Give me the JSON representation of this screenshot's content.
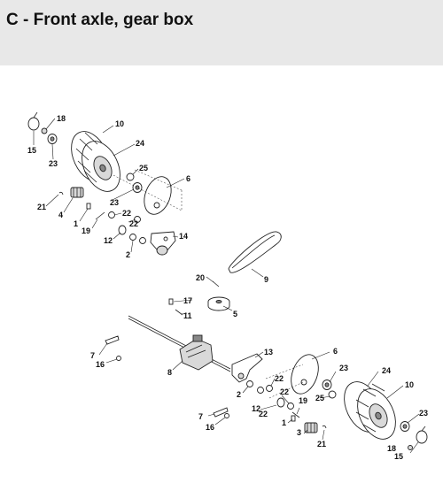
{
  "header": {
    "title": "C - Front axle, gear box"
  },
  "callouts": {
    "c1": "1",
    "c2": "2",
    "c3": "3",
    "c4": "4",
    "c5": "5",
    "c6": "6",
    "c7": "7",
    "c8": "8",
    "c9": "9",
    "c10": "10",
    "c11": "11",
    "c12": "12",
    "c13": "13",
    "c14": "14",
    "c15": "15",
    "c16": "16",
    "c17": "17",
    "c18": "18",
    "c19": "19",
    "c20": "20",
    "c21": "21",
    "c22": "22",
    "c23": "23",
    "c24": "24",
    "c25": "25"
  },
  "colors": {
    "header_bg": "#e8e8e8",
    "line": "#222222",
    "part_fill": "#ffffff",
    "shade": "#d9d9d9"
  }
}
